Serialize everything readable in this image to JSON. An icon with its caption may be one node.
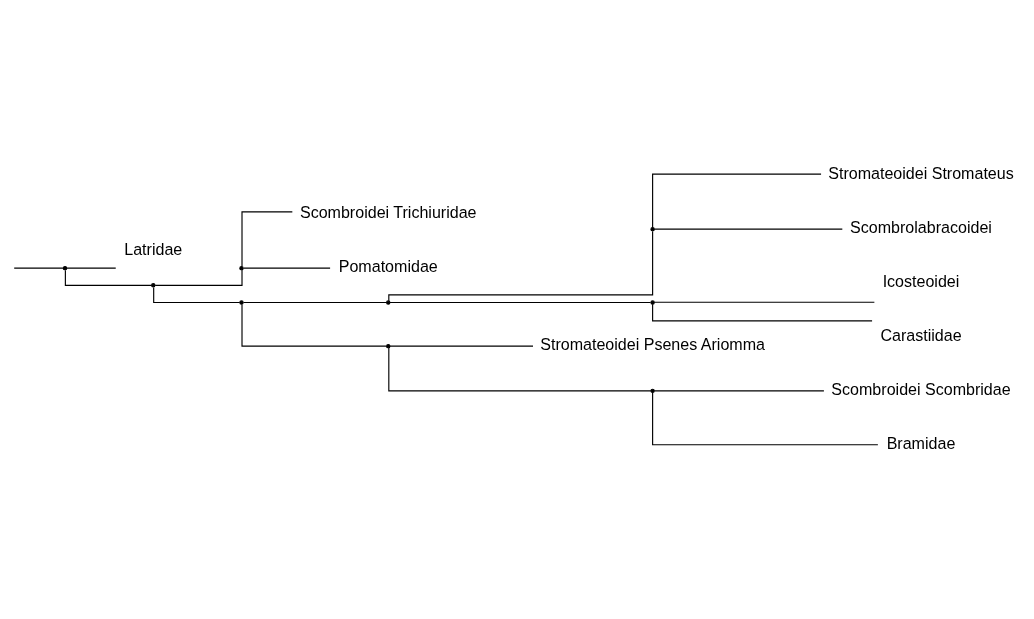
{
  "diagram": {
    "nodes": [
      {
        "text": [],
        "shape": "point"
      },
      {
        "text": [
          "Latridae"
        ]
      },
      {
        "text": [],
        "shape": "point"
      },
      {
        "text": [],
        "shape": "point"
      },
      {
        "text": [
          "Scombroidei Trichiuridae"
        ]
      },
      {
        "text": [
          "Pomatomidae"
        ]
      },
      {
        "text": [],
        "shape": "point"
      },
      {
        "text": [],
        "shape": "point"
      },
      {
        "text": [],
        "shape": "point"
      },
      {
        "text": [
          "Stromateoidei Stromateus"
        ]
      },
      {
        "text": [
          "Scombrolabracoidei"
        ]
      },
      {
        "text": [],
        "shape": "point"
      },
      {
        "text": [
          "Icosteoidei"
        ]
      },
      {
        "text": [
          "Carastiidae"
        ]
      },
      {
        "text": [],
        "shape": "point"
      },
      {
        "text": [
          "Stromateoidei Psenes Ariomma"
        ]
      },
      {
        "text": [],
        "shape": "point"
      },
      {
        "text": [
          "Scombroidei Scombridae"
        ]
      },
      {
        "text": [
          "Bramidae"
        ]
      }
    ],
    "edges": [
      {
        "from": null,
        "to": 0,
        "arrow": "none"
      },
      {
        "from": 0,
        "to": 1,
        "arrow": "none"
      },
      {
        "from": 0,
        "to": 2,
        "arrow": "none"
      },
      {
        "from": 2,
        "to": 3,
        "arrow": "none"
      },
      {
        "from": 3,
        "to": 4,
        "arrow": "none"
      },
      {
        "from": 3,
        "to": 5,
        "arrow": "none"
      },
      {
        "from": 2,
        "to": 6,
        "arrow": "none"
      },
      {
        "from": 6,
        "to": 7,
        "arrow": "none"
      },
      {
        "from": 7,
        "to": 8,
        "arrow": "none"
      },
      {
        "from": 8,
        "to": 9,
        "arrow": "none"
      },
      {
        "from": 8,
        "to": 10,
        "arrow": "none"
      },
      {
        "from": 7,
        "to": 11,
        "arrow": "none"
      },
      {
        "from": 11,
        "to": 12,
        "arrow": "none"
      },
      {
        "from": 11,
        "to": 13,
        "arrow": "none"
      },
      {
        "from": 6,
        "to": 14,
        "arrow": "none"
      },
      {
        "from": 14,
        "to": 15,
        "arrow": "none"
      },
      {
        "from": 14,
        "to": 16,
        "arrow": "none"
      },
      {
        "from": 16,
        "to": 17,
        "arrow": "none"
      },
      {
        "from": 16,
        "to": 18,
        "arrow": "none"
      }
    ]
  }
}
